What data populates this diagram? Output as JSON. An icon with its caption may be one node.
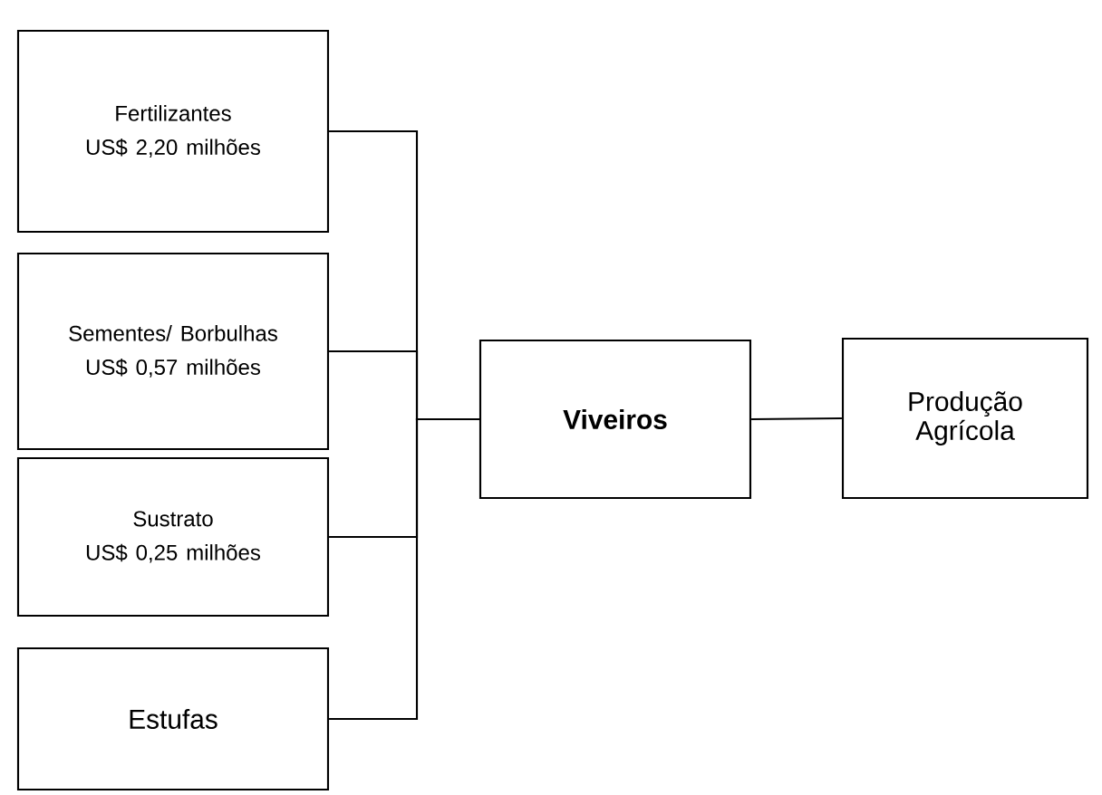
{
  "diagram": {
    "nodes": [
      {
        "text": [
          "Fertilizantes",
          "US$ 2,20 milhões"
        ]
      },
      {
        "text": [
          "Sementes/ Borbulhas",
          "US$ 0,57 milhões"
        ]
      },
      {
        "text": [
          "Sustrato",
          "US$ 0,25 milhões"
        ]
      },
      {
        "text": [
          "Estufas"
        ]
      },
      {
        "text": [
          "**Viveiros**"
        ]
      },
      {
        "text": [
          "Produção Agrícola"
        ]
      }
    ],
    "edges": [
      {
        "from": 0,
        "to": 4,
        "arrow": "none"
      },
      {
        "from": 1,
        "to": 4,
        "arrow": "none"
      },
      {
        "from": 2,
        "to": 4,
        "arrow": "none"
      },
      {
        "from": 3,
        "to": 4,
        "arrow": "none"
      },
      {
        "from": 4,
        "to": 5,
        "arrow": "none"
      }
    ]
  }
}
